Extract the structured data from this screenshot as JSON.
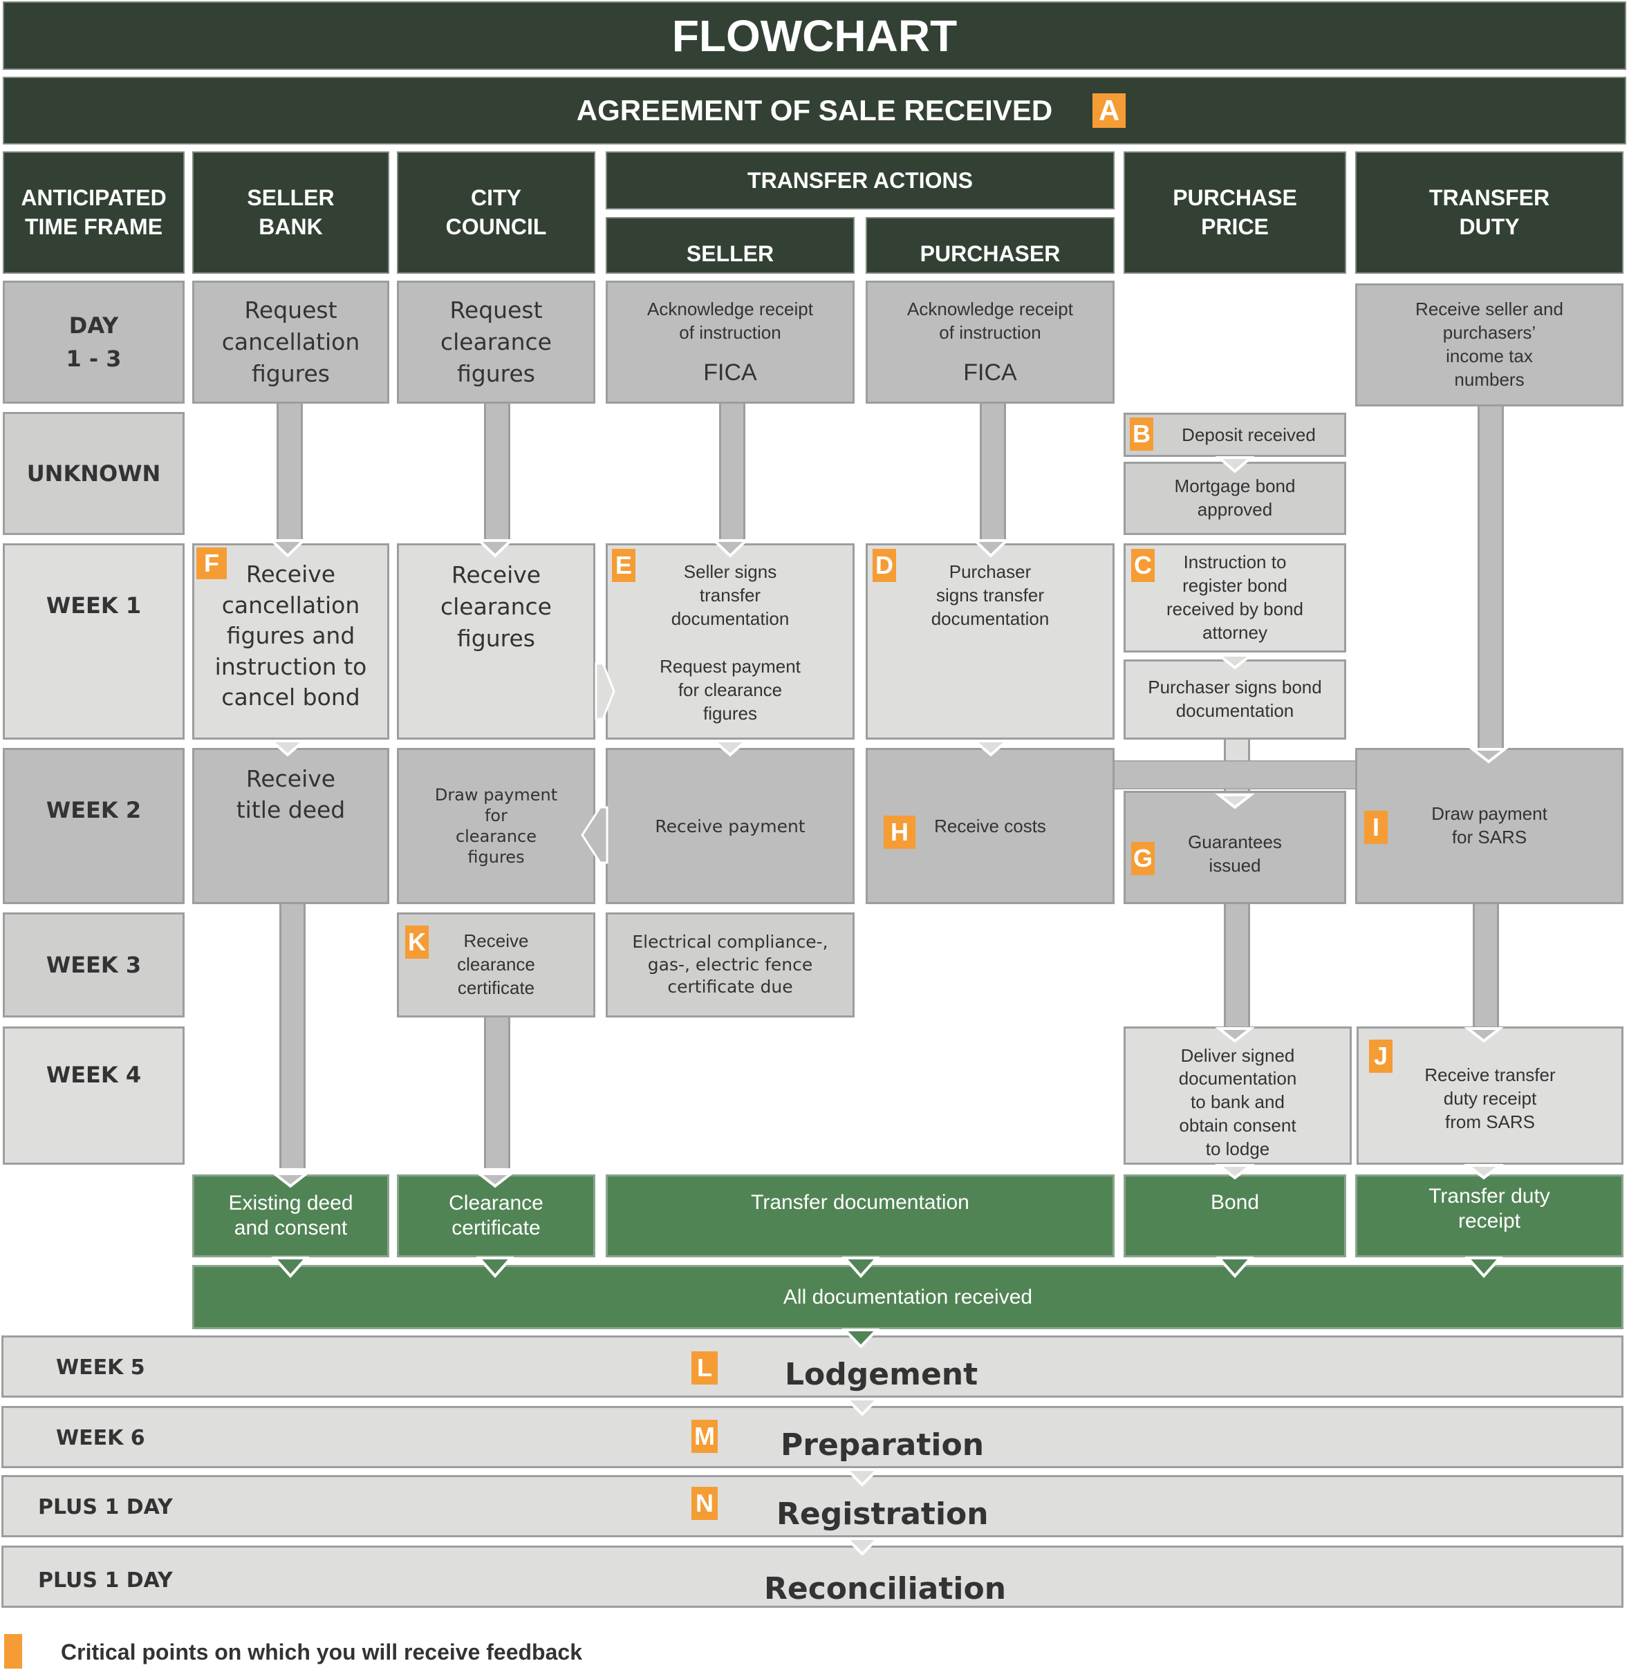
{
  "title": "FLOWCHART",
  "subtitle": {
    "label": "AGREEMENT OF SALE RECEIVED",
    "badge": "A"
  },
  "columns": {
    "time": "ANTICIPATED\nTIME FRAME",
    "seller_bank": "SELLER\nBANK",
    "city_council": "CITY\nCOUNCIL",
    "transfer_actions": "TRANSFER ACTIONS",
    "seller": "SELLER",
    "purchaser": "PURCHASER",
    "purchase_price": "PURCHASE\nPRICE",
    "transfer_duty": "TRANSFER\nDUTY"
  },
  "time_frames": {
    "day13": "DAY\n1 - 3",
    "unknown": "UNKNOWN",
    "week1": "WEEK 1",
    "week2": "WEEK 2",
    "week3": "WEEK 3",
    "week4": "WEEK 4",
    "week5": "WEEK 5",
    "week6": "WEEK 6",
    "plus1a": "PLUS 1 DAY",
    "plus1b": "PLUS 1 DAY"
  },
  "steps": {
    "bank_request": "Request\ncancellation\nfigures",
    "council_request": "Request\nclearance\nfigures",
    "seller_ack": "Acknowledge receipt\nof instruction",
    "seller_fica": "FICA",
    "purchaser_ack": "Acknowledge receipt\nof instruction",
    "purchaser_fica": "FICA",
    "duty_receive_numbers": "Receive seller and\npurchasers’\nincome tax\nnumbers",
    "deposit": {
      "badge": "B",
      "text": "Deposit received"
    },
    "mortgage": "Mortgage bond\napproved",
    "bank_receive": {
      "badge": "F",
      "text": "Receive\ncancellation\nfigures and\ninstruction to\ncancel bond"
    },
    "council_receive": "Receive\nclearance\nfigures",
    "seller_signs": {
      "badge": "E",
      "text": "Seller signs\ntransfer\ndocumentation",
      "text2": "Request payment\nfor clearance\nfigures"
    },
    "purchaser_signs": {
      "badge": "D",
      "text": "Purchaser\nsigns transfer\ndocumentation"
    },
    "bond_instruction": {
      "badge": "C",
      "text": "Instruction to\nregister bond\nreceived by bond\nattorney"
    },
    "purchaser_bond": "Purchaser signs bond\ndocumentation",
    "title_deed": "Receive\ntitle deed",
    "draw_clearance": "Draw payment\nfor\nclearance\nfigures",
    "receive_payment": "Receive payment",
    "receive_costs": {
      "badge": "H",
      "text": "Receive costs"
    },
    "guarantees": {
      "badge": "G",
      "text": "Guarantees\nissued"
    },
    "draw_sars": {
      "badge": "I",
      "text": "Draw payment\nfor SARS"
    },
    "clearance_cert": {
      "badge": "K",
      "text": "Receive\nclearance\ncertificate"
    },
    "compliance": "Electrical compliance-,\ngas-, electric fence\ncertificate due",
    "deliver_docs": "Deliver signed\ndocumentation\nto bank and\nobtain consent\nto lodge",
    "duty_receipt": {
      "badge": "J",
      "text": "Receive transfer\nduty receipt\nfrom SARS"
    }
  },
  "documents": {
    "deed": "Existing deed\nand consent",
    "clearance": "Clearance\ncertificate",
    "transfer": "Transfer documentation",
    "bond": "Bond",
    "duty": "Transfer duty\nreceipt",
    "all": "All documentation received"
  },
  "stages": [
    {
      "badge": "L",
      "label": "Lodgement"
    },
    {
      "badge": "M",
      "label": "Preparation"
    },
    {
      "badge": "N",
      "label": "Registration"
    },
    {
      "badge": "",
      "label": "Reconciliation"
    }
  ],
  "legend": "Critical points on which you will receive feedback",
  "colors": {
    "header": "#334134",
    "document_green": "#518455",
    "critical_orange": "#f59c35",
    "box_dark": "#bcbdbc",
    "box_mid": "#cfcfce",
    "box_light": "#dededd"
  }
}
